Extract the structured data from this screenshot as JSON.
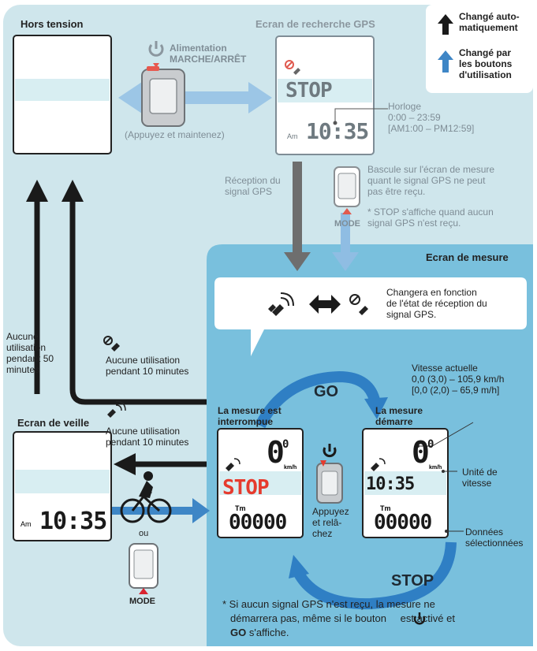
{
  "colors": {
    "panel_light": "#cfe6ec",
    "panel_mid": "#79c0dd",
    "arrow_blue": "#3e86c6",
    "arrow_black": "#1a1a1a",
    "arrow_gray": "#6e6e6e",
    "stop_red": "#e63b2e",
    "mode_red": "#d9232f"
  },
  "legend": {
    "auto": "Changé auto-\nmatiquement",
    "buttons": "Changé par\nles boutons\nd'utilisation"
  },
  "power_off": {
    "title": "Hors tension"
  },
  "power_button": {
    "label": "Alimentation\nMARCHE/ARRÊT",
    "hint": "(Appuyez et maintenez)"
  },
  "gps_search": {
    "title": "Ecran de recherche GPS",
    "stop": "STOP",
    "time": "10:35",
    "am": "Am",
    "clock_label": "Horloge\n0:00 – 23:59\n[AM1:00 – PM12:59]"
  },
  "gps_reception": {
    "label": "Réception du\nsignal GPS"
  },
  "mode_switch_note": "Bascule sur l'écran de mesure\nquant le signal GPS ne peut\npas être reçu.",
  "stop_note": "* STOP s'affiche quand aucun\nsignal GPS n'est reçu.",
  "mode_label": "MODE",
  "measure_screen": {
    "title": "Ecran de mesure",
    "gps_state_text": "Changera en fonction\nde l'état  de réception du\nsignal GPS.",
    "paused_title": "La mesure est\ninterrompue",
    "started_title": "La mesure\ndémarre",
    "speed_val": "0",
    "speed_dec": "0",
    "kmh": "km/h",
    "stop": "STOP",
    "tm": "Tm",
    "data_val": "00000",
    "started_time": "10:35",
    "go": "GO",
    "stop_word": "STOP",
    "press_release": "Appuyez\net relâ-\nchez",
    "speed_note": "Vitesse actuelle\n0,0 (3,0) – 105,9 km/h\n[0,0 (2,0) – 65,9 m/h]",
    "unit_label": "Unité de\nvitesse",
    "data_label": "Données\nsélectionnées",
    "footnote_1": "* Si aucun signal GPS n'est reçu, la mesure ne",
    "footnote_2a": "démarrera pas, même si le bouton ",
    "footnote_2b": "est activé et",
    "footnote_3a": "GO",
    "footnote_3b": " s'affiche."
  },
  "no_use_50": "Aucune\nutilisation\npendant 50\nminutes",
  "no_use_10_top": "Aucune utilisation\npendant 10 minutes",
  "no_use_10_bottom": "Aucune utilisation\npendant 10 minutes",
  "sleep": {
    "title": "Ecran de veille",
    "time": "10:35",
    "am": "Am"
  },
  "or_label": "ou",
  "bottom_mode_label": "MODE"
}
